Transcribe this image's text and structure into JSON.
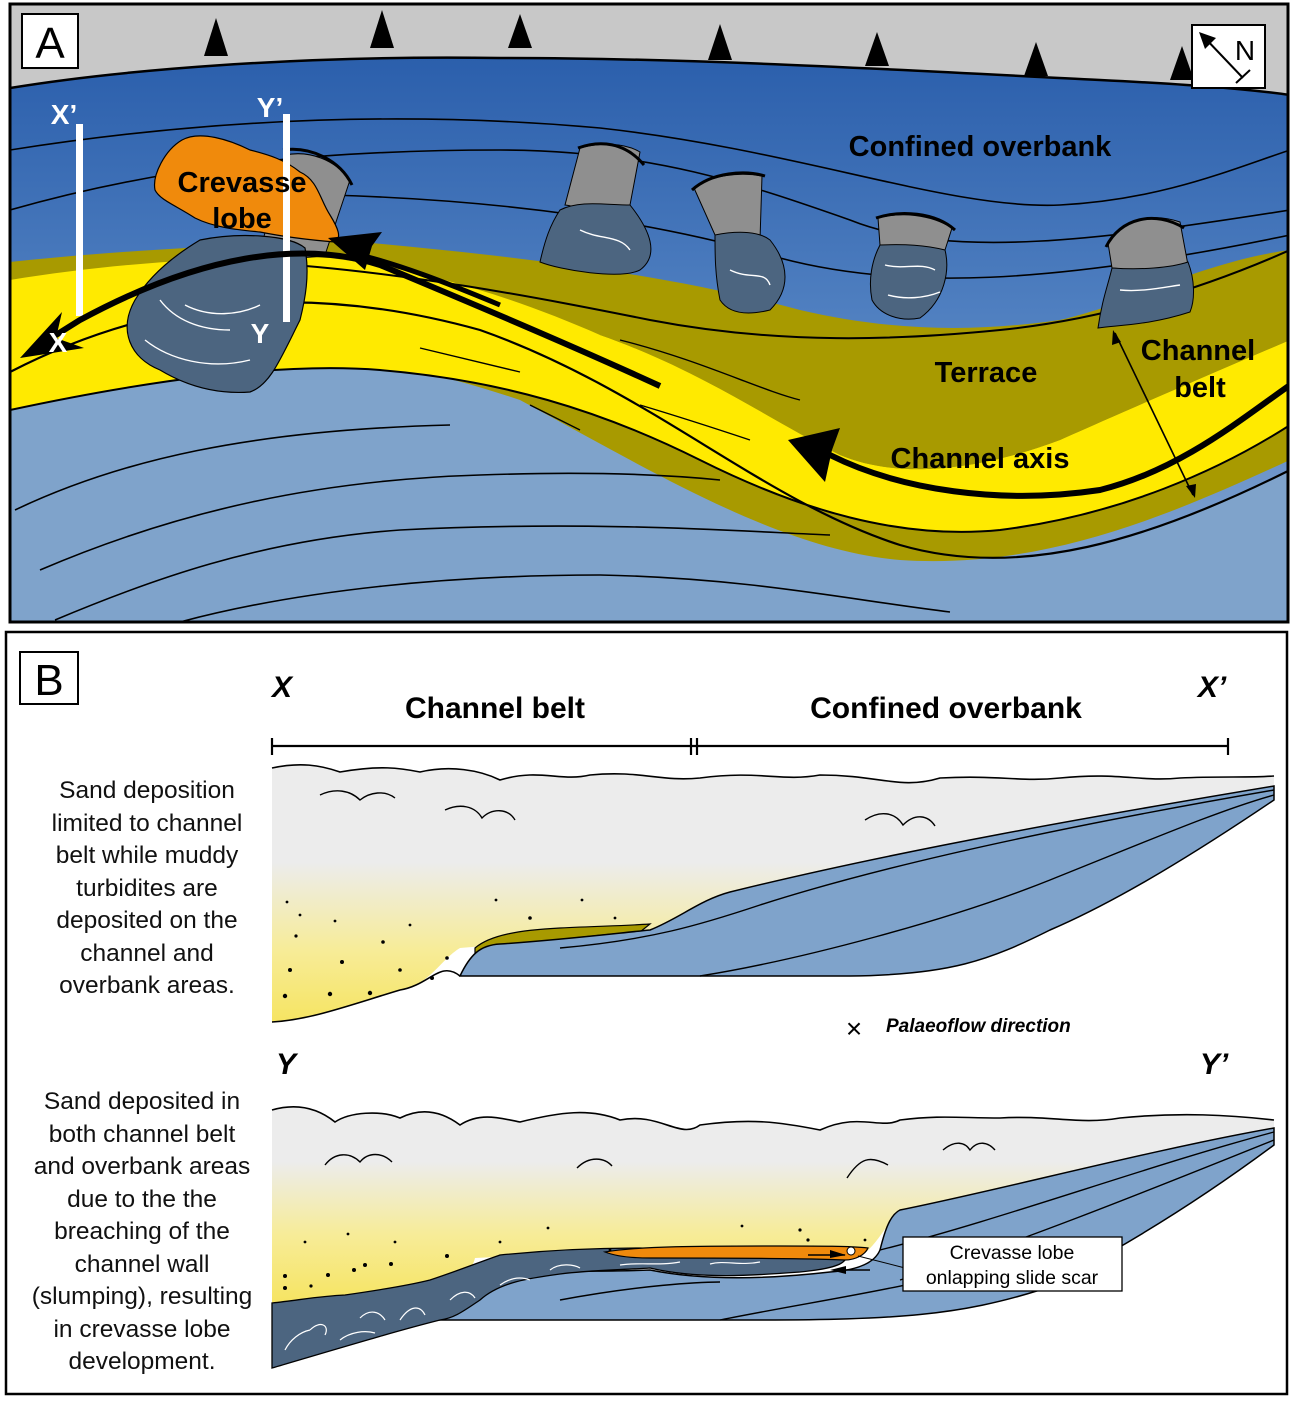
{
  "colors": {
    "deep_blue": "#2c62ad",
    "light_blue": "#7fa3cb",
    "yellow": "#ffea00",
    "olive": "#a89a00",
    "orange": "#f08a0c",
    "slate": "#4c6580",
    "grey_top": "#c8c8c8",
    "slump_head": "#8f8f8f",
    "mud": "#ececec",
    "sand_pale": "#f6e77a"
  },
  "panel_a": {
    "label": "A",
    "north_label": "N",
    "labels": {
      "confined_overbank": "Confined overbank",
      "crevasse_lobe_1": "Crevasse",
      "crevasse_lobe_2": "lobe",
      "terrace": "Terrace",
      "channel_belt_1": "Channel",
      "channel_belt_2": "belt",
      "channel_axis": "Channel axis"
    },
    "section_lines": {
      "x_start": "X’",
      "x_end": "X",
      "y_start": "Y’",
      "y_end": "Y"
    }
  },
  "panel_b": {
    "label": "B",
    "section_x": {
      "left": "X",
      "right": "X’",
      "scale_left": "Channel belt",
      "scale_right": "Confined overbank",
      "description": "Sand deposition\nlimited to channel\nbelt while muddy\nturbidites are\ndeposited on the\nchannel and\noverbank areas."
    },
    "legend": {
      "symbol": "×",
      "text": "Palaeoflow direction"
    },
    "section_y": {
      "left": "Y",
      "right": "Y’",
      "description": "Sand deposited in\nboth channel belt\nand overbank areas\ndue to the the\nbreaching of the\nchannel wall\n(slumping), resulting\nin crevasse lobe\ndevelopment.",
      "callout_1": "Crevasse lobe",
      "callout_2": "onlapping slide scar"
    }
  }
}
